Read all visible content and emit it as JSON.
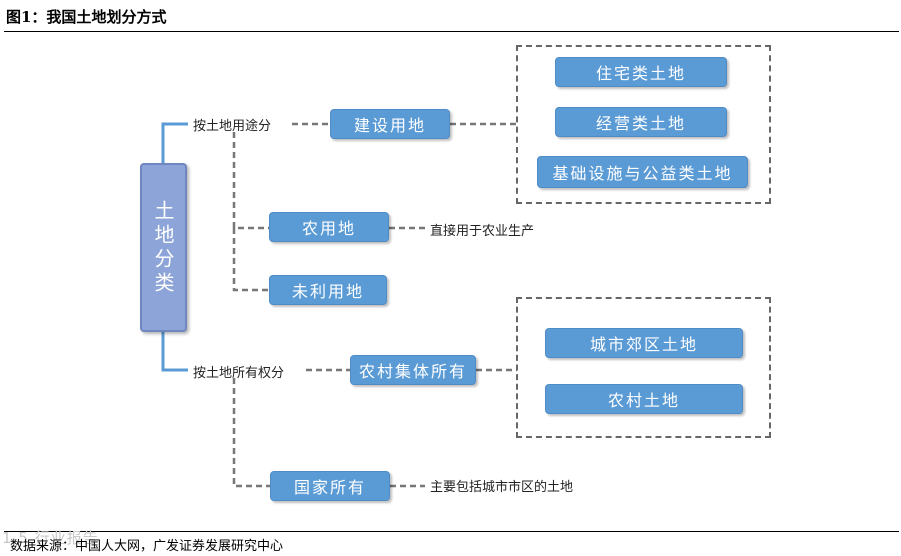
{
  "title": "图1：我国土地划分方式",
  "root": "土地分类",
  "branch_use": {
    "label": "按土地用途分",
    "construction": "建设用地",
    "construction_types": [
      "住宅类土地",
      "经营类土地",
      "基础设施与公益类土地"
    ],
    "agricultural": "农用地",
    "agricultural_note": "直接用于农业生产",
    "unused": "未利用地"
  },
  "branch_owner": {
    "label": "按土地所有权分",
    "collective": "农村集体所有",
    "collective_types": [
      "城市郊区土地",
      "农村土地"
    ],
    "state": "国家所有",
    "state_note": "主要包括城市市区的土地"
  },
  "source": "数据来源：中国人大网，广发证券发展研究中心",
  "watermark": "1.5 行业报告",
  "colors": {
    "box": "#5b9bd5",
    "root": "#8da4d8",
    "connector": "#777777",
    "root_line": "#5b9bd5"
  }
}
